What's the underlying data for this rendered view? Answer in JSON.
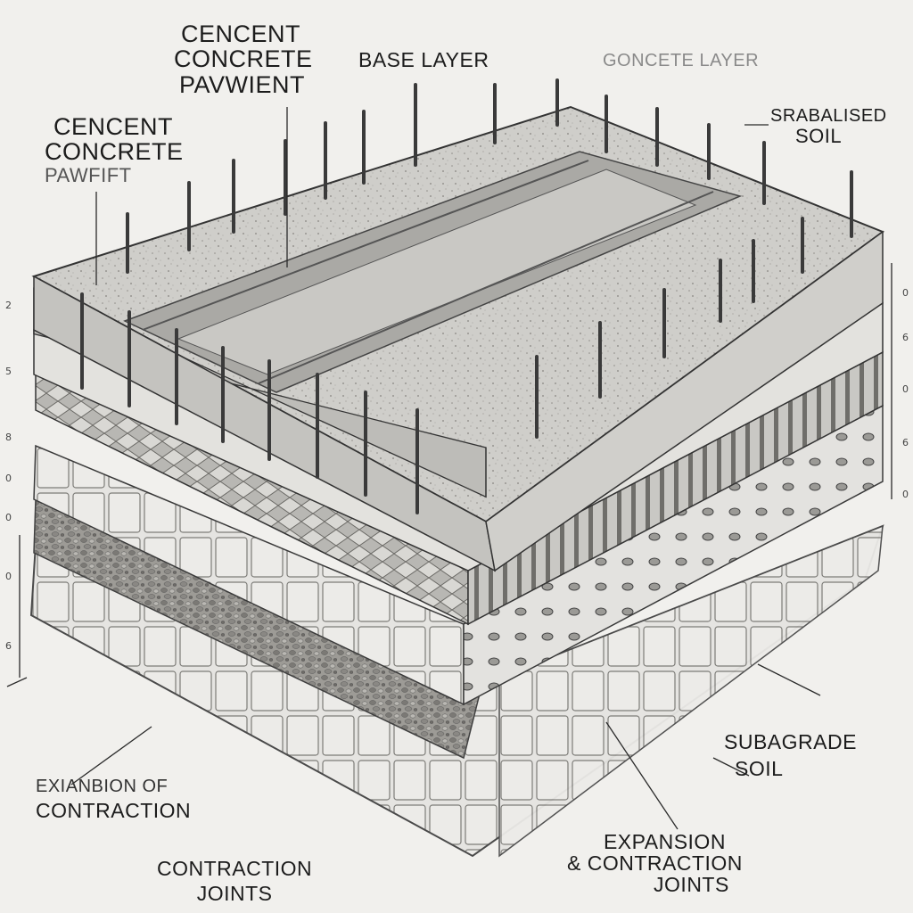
{
  "labels": {
    "top_left_pavement": [
      "CENCENT",
      "CONCRETE",
      "PAVWIENT"
    ],
    "left_pavement": [
      "CENCENT",
      "CONCRETE",
      "PAWFIFT"
    ],
    "base_layer": "BASE LAYER",
    "concrete_layer": "GONCETE LAYER",
    "stabilised_soil": [
      "SRABALISED",
      "SOIL"
    ],
    "subgrade_soil": [
      "SUBAGRADE",
      "SOIL"
    ],
    "expansion_contraction_left": [
      "EXIANBION OF",
      "CONTRACTION"
    ],
    "contraction_joints": [
      "CONTRACTION",
      "JOINTS"
    ],
    "expansion_contraction_joints": [
      "EXPANSION",
      "& CONTRACTION",
      "JOINTS"
    ]
  },
  "left_ticks": [
    "2",
    "5",
    "8",
    "0",
    "0",
    "0",
    "6"
  ],
  "right_ticks": [
    "0",
    "6",
    "0",
    "6",
    "0"
  ],
  "colors": {
    "concrete_top": "#d3d2cf",
    "concrete_side": "#bdbcb8",
    "mesh_layer": "#a9a8a4",
    "gravel_layer": "#8e8c88",
    "block_layer": "#e6e5e2",
    "ink": "#2a2a2a"
  }
}
